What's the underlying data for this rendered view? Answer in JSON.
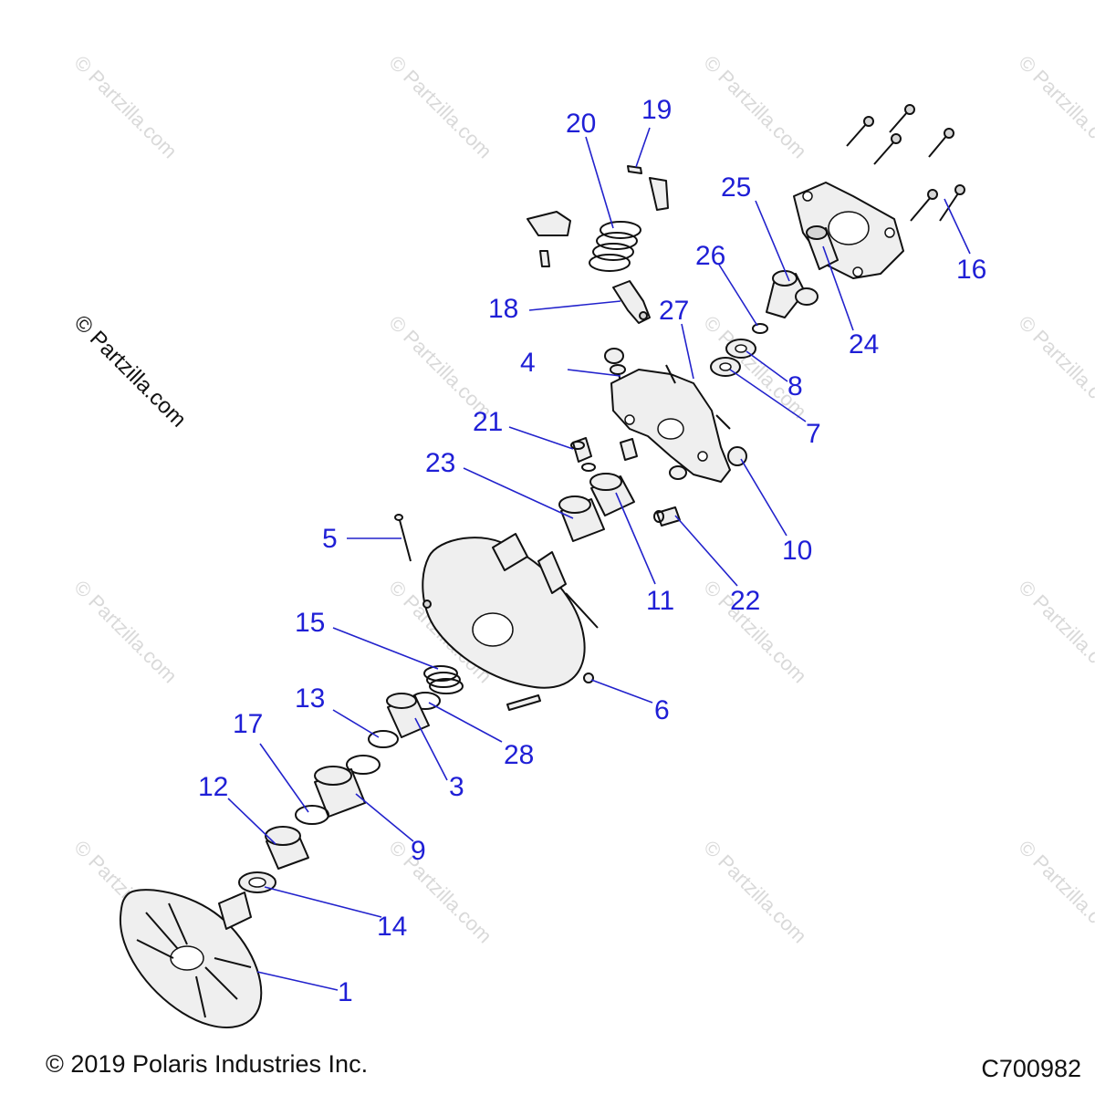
{
  "watermark": "© Partzilla.com",
  "side_mark": "© Partzilla.com",
  "footer": {
    "copyright": "© 2019 Polaris Industries Inc.",
    "code": "C700982"
  },
  "callouts": [
    "1",
    "3",
    "4",
    "5",
    "6",
    "7",
    "8",
    "9",
    "10",
    "11",
    "12",
    "13",
    "14",
    "15",
    "16",
    "17",
    "18",
    "19",
    "20",
    "21",
    "22",
    "23",
    "24",
    "25",
    "26",
    "27",
    "28"
  ]
}
